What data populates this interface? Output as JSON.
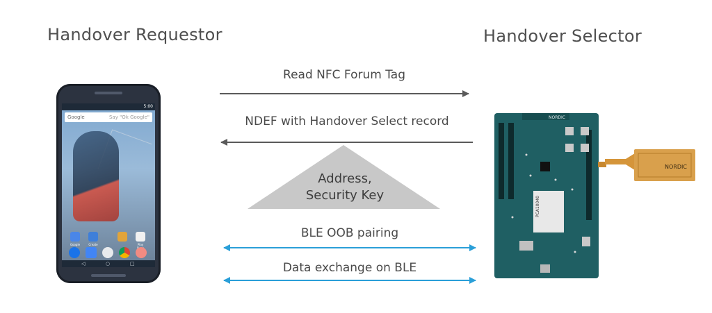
{
  "headings": {
    "requestor": "Handover Requestor",
    "selector": "Handover Selector"
  },
  "messages": {
    "read_tag": "Read NFC Forum Tag",
    "ndef": "NDEF with Handover Select record",
    "ble_pairing": "BLE OOB pairing",
    "data_exchange": "Data exchange on BLE"
  },
  "triangle": {
    "line1": "Address,",
    "line2": "Security Key"
  },
  "phone": {
    "time": "5:00",
    "search_left": "Google",
    "search_right": "Say \"Ok Google\"",
    "apps": [
      "Google",
      "Create",
      "",
      "Play Store"
    ],
    "nav": [
      "◁",
      "○",
      "□"
    ]
  },
  "board": {
    "brand": "NORDIC",
    "chip_label": "PCA10040"
  },
  "colors": {
    "arrow_gray": "#5a5a5a",
    "arrow_blue": "#2a9fd8",
    "triangle_gray": "#c8c8c8",
    "board_teal": "#1f5f63",
    "flex_orange": "#d5953a"
  }
}
